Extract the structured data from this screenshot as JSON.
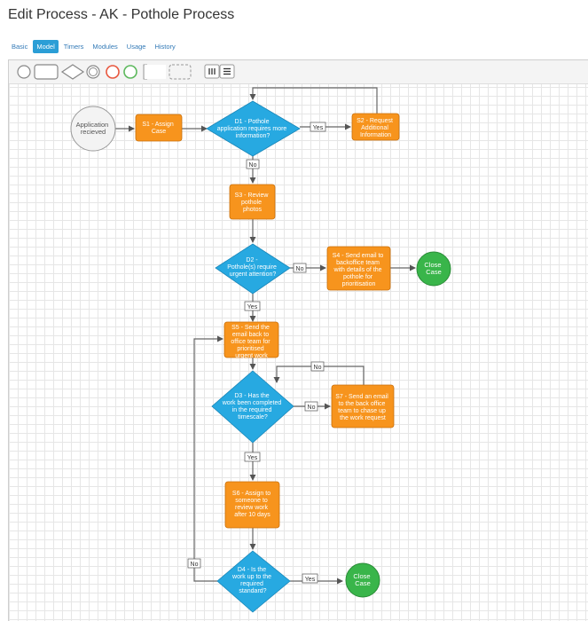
{
  "page": {
    "title": "Edit Process - AK - Pothole Process"
  },
  "tabs": [
    {
      "label": "Basic",
      "active": false
    },
    {
      "label": "Model",
      "active": true
    },
    {
      "label": "Timers",
      "active": false
    },
    {
      "label": "Modules",
      "active": false
    },
    {
      "label": "Usage",
      "active": false
    },
    {
      "label": "History",
      "active": false
    }
  ],
  "palette": {
    "tools": [
      "start-event-icon",
      "task-icon",
      "gateway-icon",
      "intermediate-event-icon",
      "end-event-icon",
      "event-icon",
      "annotation-icon",
      "group-icon"
    ],
    "view_buttons": [
      "columns-icon",
      "list-icon"
    ]
  },
  "colors": {
    "task": "#f7941d",
    "gateway": "#27a9e1",
    "end": "#39b54a",
    "start": "#f3f3f3",
    "accent": "#2b9ed6"
  },
  "diagram": {
    "start": [
      "Application",
      "recieved"
    ],
    "s1": [
      "S1 - Assign",
      "Case"
    ],
    "d1": [
      "D1 - Pothole",
      "application requires more",
      "information?"
    ],
    "s2": [
      "S2 - Request",
      "Additional",
      "Information"
    ],
    "s3": [
      "S3 - Review",
      "pothole",
      "photos"
    ],
    "d2": [
      "D2 -",
      "Pothole(s) require",
      "urgent attention?"
    ],
    "s4": [
      "S4 - Send email to",
      "backoffice team",
      "with details of the",
      "pothole for",
      "prioritisation"
    ],
    "end1": [
      "Close",
      "Case"
    ],
    "s5": [
      "S5 - Send the",
      "email back to",
      "office team for",
      "prioritised",
      "urgent work"
    ],
    "d3": [
      "D3 - Has the",
      "work been completed",
      "in the required",
      "timescale?"
    ],
    "s7": [
      "S7 - Send an email",
      "to the back office",
      "team to chase up",
      "the work request"
    ],
    "s6": [
      "S6 - Assign to",
      "someone to",
      "review work",
      "after 10 days"
    ],
    "d4": [
      "D4 - Is the",
      "work up to the",
      "required",
      "standard?"
    ],
    "end2": [
      "Close",
      "Case"
    ],
    "flows": {
      "d1_yes": "Yes",
      "d1_no": "No",
      "d2_no": "No",
      "d2_yes": "Yes",
      "d3_no_side": "No",
      "d3_no_top": "No",
      "d3_yes": "Yes",
      "d4_no": "No",
      "d4_yes": "Yes"
    }
  }
}
